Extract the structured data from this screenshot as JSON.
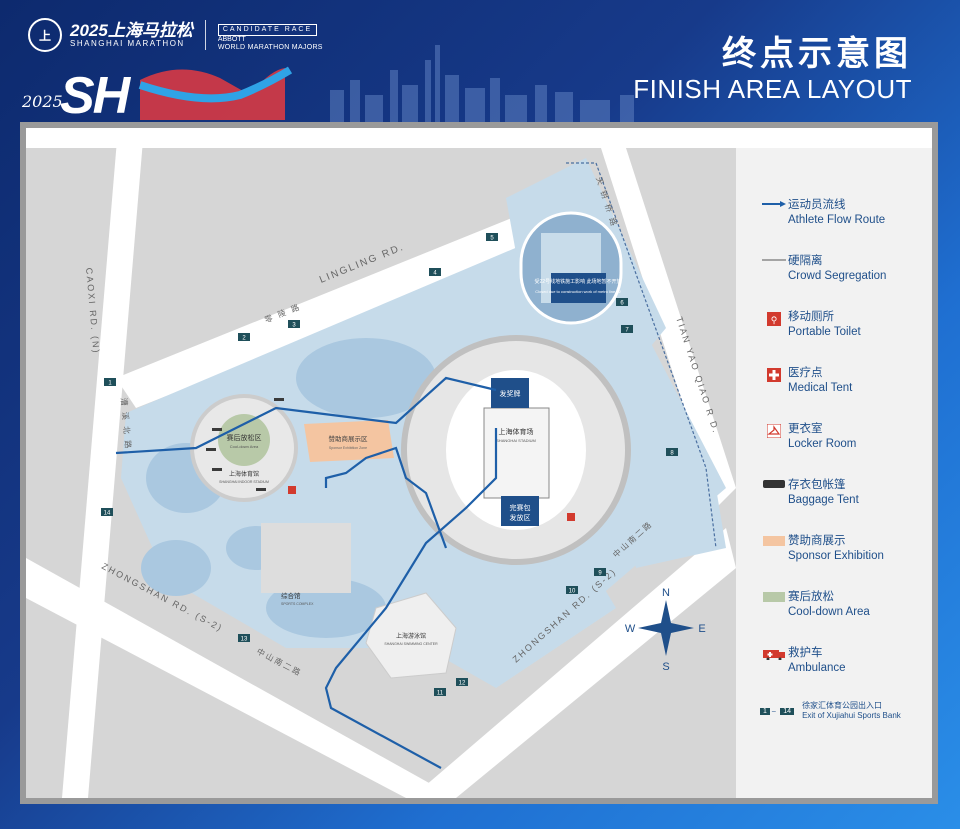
{
  "header": {
    "logo_seal": "上",
    "logo_year": "2025上海马拉松",
    "logo_sub": "SHANGHAI MARATHON",
    "candidate": "CANDIDATE RACE",
    "abbott": "ABBOTT",
    "wmm": "WORLD MARATHON MAJORS",
    "sh_brand": "SH",
    "sh_year": "2025",
    "title_cn": "终点示意图",
    "title_en": "FINISH AREA LAYOUT"
  },
  "roads": {
    "lingling": "LINGLING RD.",
    "lingling_cn": "零 陵 路",
    "caoxi": "CAOXI RD. (N)",
    "caoxi_cn": "漕 溪 北 路",
    "zhongshan_w": "ZHONGSHAN RD. (S-2)",
    "zhongshan_w_cn": "中山南二路",
    "zhongshan_e": "ZHONGSHAN RD. (S-2)",
    "zhongshan_e_cn": "中山南二路",
    "tianyao": "TIAN YAO QIAO R D.",
    "tianyao_cn": "天 钥 桥 路"
  },
  "venues": {
    "stadium_cn": "上海体育场",
    "stadium_en": "SHANGHAI STADIUM",
    "gym_cn": "上海体育馆",
    "gym_en": "SHANGHAI INDOOR STADIUM",
    "cooldown_cn": "赛后放松区",
    "cooldown_en": "Cool-down Area",
    "sponsor_cn": "赞助商展示区",
    "sponsor_en": "Sponsor Exhibition Zone",
    "complex_cn": "综合馆",
    "complex_en": "SPORTS COMPLEX",
    "swim_cn": "上海游泳馆",
    "swim_en": "SHANGHAI SWIMMING CENTER",
    "medal_cn": "发奖牌",
    "finisher_cn": "完赛包",
    "kit_cn": "发放区",
    "metro_note_cn": "受22号线地铁施工影响 此场地暂不开放",
    "metro_note_en": "Closed due to construction work of metro line 22"
  },
  "exits": [
    "1",
    "2",
    "3",
    "4",
    "5",
    "6",
    "7",
    "8",
    "9",
    "10",
    "11",
    "12",
    "13",
    "14"
  ],
  "legend": [
    {
      "cn": "运动员流线",
      "en": "Athlete Flow Route",
      "icon": "arrow-line-icon"
    },
    {
      "cn": "硬隔离",
      "en": "Crowd Segregation",
      "icon": "thin-line-icon"
    },
    {
      "cn": "移动厕所",
      "en": "Portable Toilet",
      "icon": "toilet-icon"
    },
    {
      "cn": "医疗点",
      "en": "Medical Tent",
      "icon": "medical-cross-icon"
    },
    {
      "cn": "更衣室",
      "en": "Locker Room",
      "icon": "hanger-icon"
    },
    {
      "cn": "存衣包帐篷",
      "en": "Baggage Tent",
      "icon": "baggage-bar-icon"
    },
    {
      "cn": "赞助商展示",
      "en": "Sponsor Exhibition",
      "icon": "sponsor-swatch-icon"
    },
    {
      "cn": "赛后放松",
      "en": "Cool-down Area",
      "icon": "cooldown-swatch-icon"
    },
    {
      "cn": "救护车",
      "en": "Ambulance",
      "icon": "ambulance-icon"
    }
  ],
  "legend_exit": {
    "from": "1",
    "to": "14",
    "cn": "徐家汇体育公园出入口",
    "en": "Exit of Xujiahui Sports Bank"
  },
  "compass": {
    "n": "N",
    "s": "S",
    "e": "E",
    "w": "W"
  },
  "colors": {
    "route": "#1e5fa8",
    "road": "#ffffff",
    "green": "#bcd4e6",
    "sponsor": "#f4c5a1",
    "cooldown": "#b8c9a8",
    "medical": "#d23a2e"
  }
}
